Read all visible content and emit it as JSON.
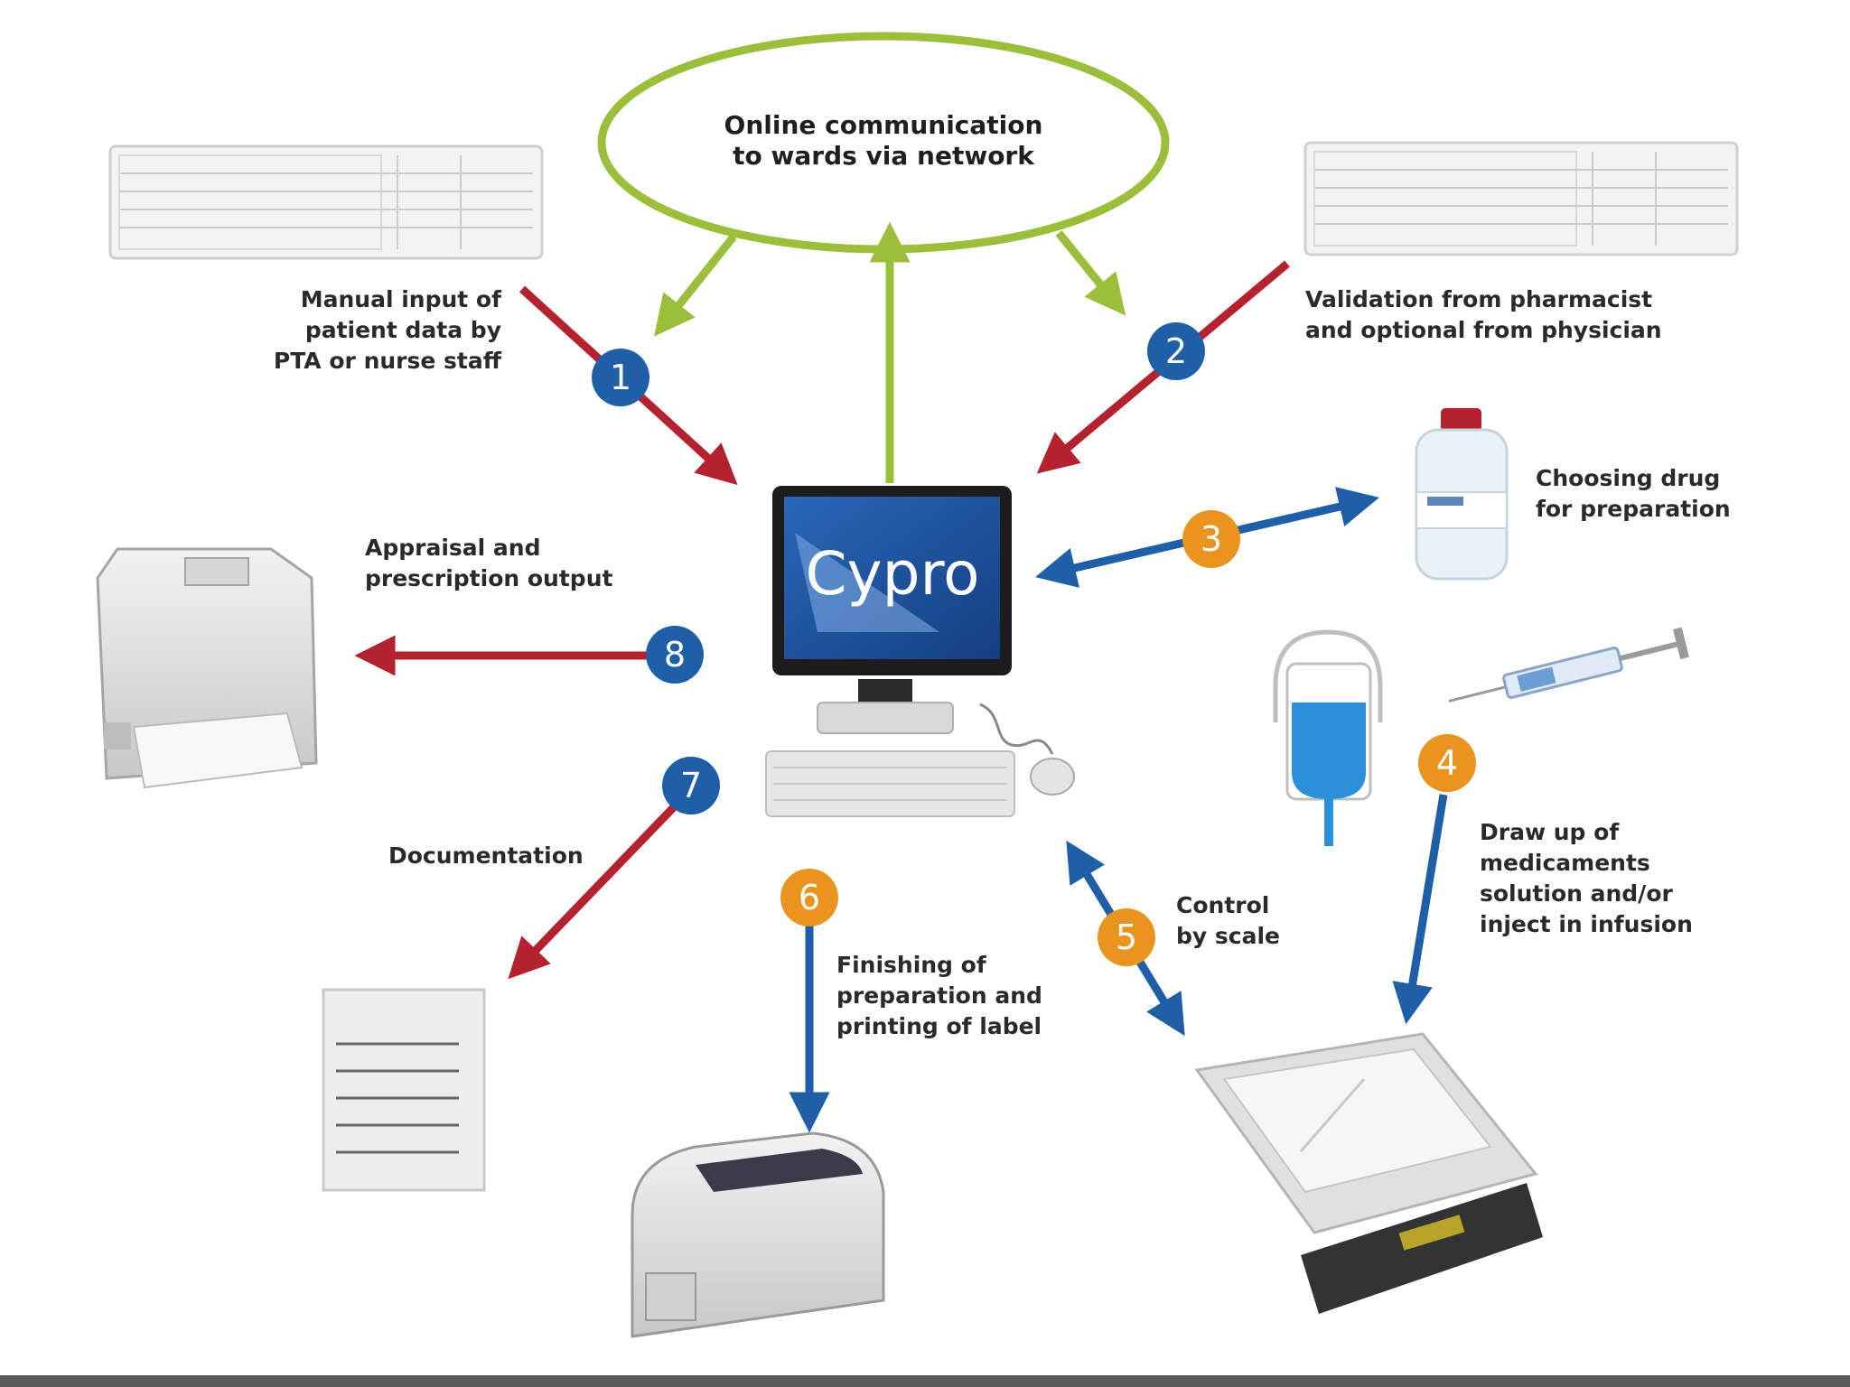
{
  "network": {
    "label": "Online communication\nto wards via network"
  },
  "monitor": {
    "logo": "Cypro"
  },
  "steps": [
    {
      "number": "1",
      "label": "Manual input of\npatient data by\nPTA or nurse staff"
    },
    {
      "number": "2",
      "label": "Validation from pharmacist\nand optional from physician"
    },
    {
      "number": "3",
      "label": "Choosing drug\nfor preparation"
    },
    {
      "number": "4",
      "label": "Draw up of\nmedicaments\nsolution and/or\ninject in infusion"
    },
    {
      "number": "5",
      "label": "Control\nby scale"
    },
    {
      "number": "6",
      "label": "Finishing of\npreparation and\nprinting of label"
    },
    {
      "number": "7",
      "label": "Documentation"
    },
    {
      "number": "8",
      "label": "Appraisal and\nprescription output"
    }
  ],
  "colors": {
    "green": "#9bbf3a",
    "red": "#b3222e",
    "blue": "#1f5fa8",
    "orange": "#e8941f"
  },
  "icons": [
    "keyboard-icon",
    "monitor-icon",
    "drug-bottle-icon",
    "infusion-bag-icon",
    "syringe-icon",
    "scale-icon",
    "label-printer-icon",
    "document-icon",
    "prescription-printer-icon"
  ]
}
